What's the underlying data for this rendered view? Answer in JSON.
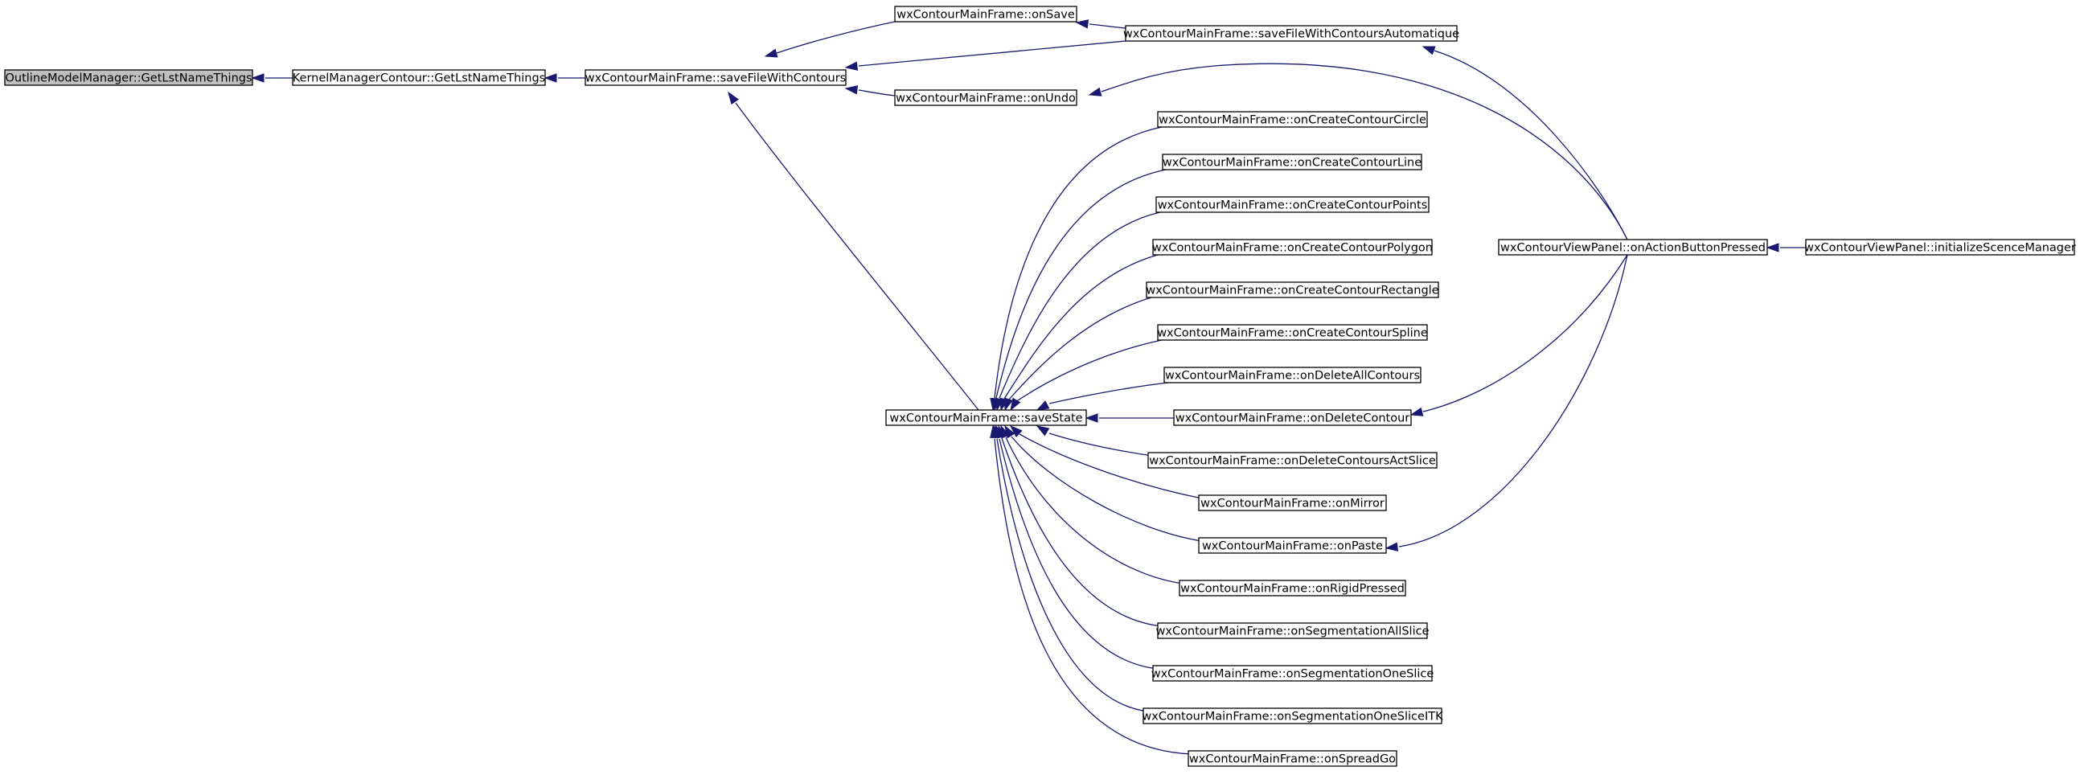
{
  "graph": {
    "nodes": [
      {
        "id": "root",
        "label": "OutlineModelManager::GetLstNameThings"
      },
      {
        "id": "kmc",
        "label": "KernelManagerContour::GetLstNameThings"
      },
      {
        "id": "sfwc",
        "label": "wxContourMainFrame::saveFileWithContours"
      },
      {
        "id": "onSave",
        "label": "wxContourMainFrame::onSave"
      },
      {
        "id": "sfwca",
        "label": "wxContourMainFrame::saveFileWithContoursAutomatique"
      },
      {
        "id": "onUndo",
        "label": "wxContourMainFrame::onUndo"
      },
      {
        "id": "saveState",
        "label": "wxContourMainFrame::saveState"
      },
      {
        "id": "circle",
        "label": "wxContourMainFrame::onCreateContourCircle"
      },
      {
        "id": "line",
        "label": "wxContourMainFrame::onCreateContourLine"
      },
      {
        "id": "points",
        "label": "wxContourMainFrame::onCreateContourPoints"
      },
      {
        "id": "polygon",
        "label": "wxContourMainFrame::onCreateContourPolygon"
      },
      {
        "id": "rect",
        "label": "wxContourMainFrame::onCreateContourRectangle"
      },
      {
        "id": "spline",
        "label": "wxContourMainFrame::onCreateContourSpline"
      },
      {
        "id": "delAll",
        "label": "wxContourMainFrame::onDeleteAllContours"
      },
      {
        "id": "del",
        "label": "wxContourMainFrame::onDeleteContour"
      },
      {
        "id": "delAct",
        "label": "wxContourMainFrame::onDeleteContoursActSlice"
      },
      {
        "id": "mirror",
        "label": "wxContourMainFrame::onMirror"
      },
      {
        "id": "paste",
        "label": "wxContourMainFrame::onPaste"
      },
      {
        "id": "rigid",
        "label": "wxContourMainFrame::onRigidPressed"
      },
      {
        "id": "segAll",
        "label": "wxContourMainFrame::onSegmentationAllSlice"
      },
      {
        "id": "segOne",
        "label": "wxContourMainFrame::onSegmentationOneSlice"
      },
      {
        "id": "segITK",
        "label": "wxContourMainFrame::onSegmentationOneSliceITK"
      },
      {
        "id": "spread",
        "label": "wxContourMainFrame::onSpreadGo"
      },
      {
        "id": "action",
        "label": "wxContourViewPanel::onActionButtonPressed"
      },
      {
        "id": "init",
        "label": "wxContourViewPanel::initializeScenceManager"
      }
    ],
    "edges": [
      {
        "from": "kmc",
        "to": "root"
      },
      {
        "from": "sfwc",
        "to": "kmc"
      },
      {
        "from": "onSave",
        "to": "sfwc"
      },
      {
        "from": "sfwca",
        "to": "sfwc"
      },
      {
        "from": "onUndo",
        "to": "sfwc"
      },
      {
        "from": "saveState",
        "to": "sfwc"
      },
      {
        "from": "sfwca",
        "to": "onSave"
      },
      {
        "from": "action",
        "to": "sfwca"
      },
      {
        "from": "action",
        "to": "onUndo"
      },
      {
        "from": "circle",
        "to": "saveState"
      },
      {
        "from": "line",
        "to": "saveState"
      },
      {
        "from": "points",
        "to": "saveState"
      },
      {
        "from": "polygon",
        "to": "saveState"
      },
      {
        "from": "rect",
        "to": "saveState"
      },
      {
        "from": "spline",
        "to": "saveState"
      },
      {
        "from": "delAll",
        "to": "saveState"
      },
      {
        "from": "del",
        "to": "saveState"
      },
      {
        "from": "delAct",
        "to": "saveState"
      },
      {
        "from": "mirror",
        "to": "saveState"
      },
      {
        "from": "paste",
        "to": "saveState"
      },
      {
        "from": "rigid",
        "to": "saveState"
      },
      {
        "from": "segAll",
        "to": "saveState"
      },
      {
        "from": "segOne",
        "to": "saveState"
      },
      {
        "from": "segITK",
        "to": "saveState"
      },
      {
        "from": "spread",
        "to": "saveState"
      },
      {
        "from": "action",
        "to": "del"
      },
      {
        "from": "action",
        "to": "paste"
      },
      {
        "from": "init",
        "to": "action"
      }
    ]
  }
}
